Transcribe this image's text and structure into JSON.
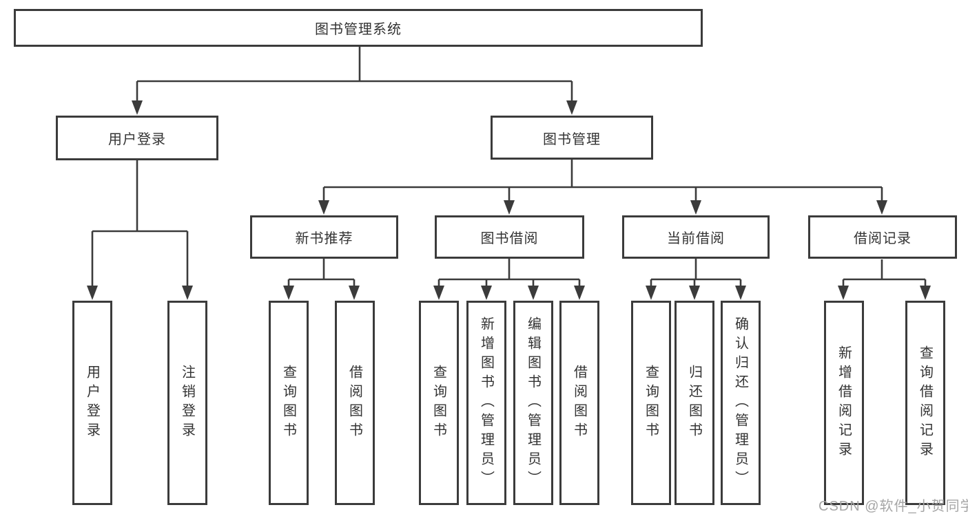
{
  "colors": {
    "line": "#3b3b3b",
    "box_background": "#ffffff",
    "text": "#333333",
    "watermark": "#a6a6a6"
  },
  "watermark": {
    "text": "CSDN @软件_小贺同学"
  },
  "tree": {
    "root": {
      "label": "图书管理系统"
    },
    "user_login": {
      "label": "用户登录",
      "children": [
        {
          "label": "用户登录"
        },
        {
          "label": "注销登录"
        }
      ]
    },
    "book_mgmt": {
      "label": "图书管理",
      "sections": [
        {
          "label": "新书推荐",
          "children": [
            {
              "label": "查询图书"
            },
            {
              "label": "借阅图书"
            }
          ]
        },
        {
          "label": "图书借阅",
          "children": [
            {
              "label": "查询图书"
            },
            {
              "label": "新增图书（管理员）"
            },
            {
              "label": "编辑图书（管理员）"
            },
            {
              "label": "借阅图书"
            }
          ]
        },
        {
          "label": "当前借阅",
          "children": [
            {
              "label": "查询图书"
            },
            {
              "label": "归还图书"
            },
            {
              "label": "确认归还（管理员）"
            }
          ]
        },
        {
          "label": "借阅记录",
          "children": [
            {
              "label": "新增借阅记录"
            },
            {
              "label": "查询借阅记录"
            }
          ]
        }
      ]
    }
  }
}
